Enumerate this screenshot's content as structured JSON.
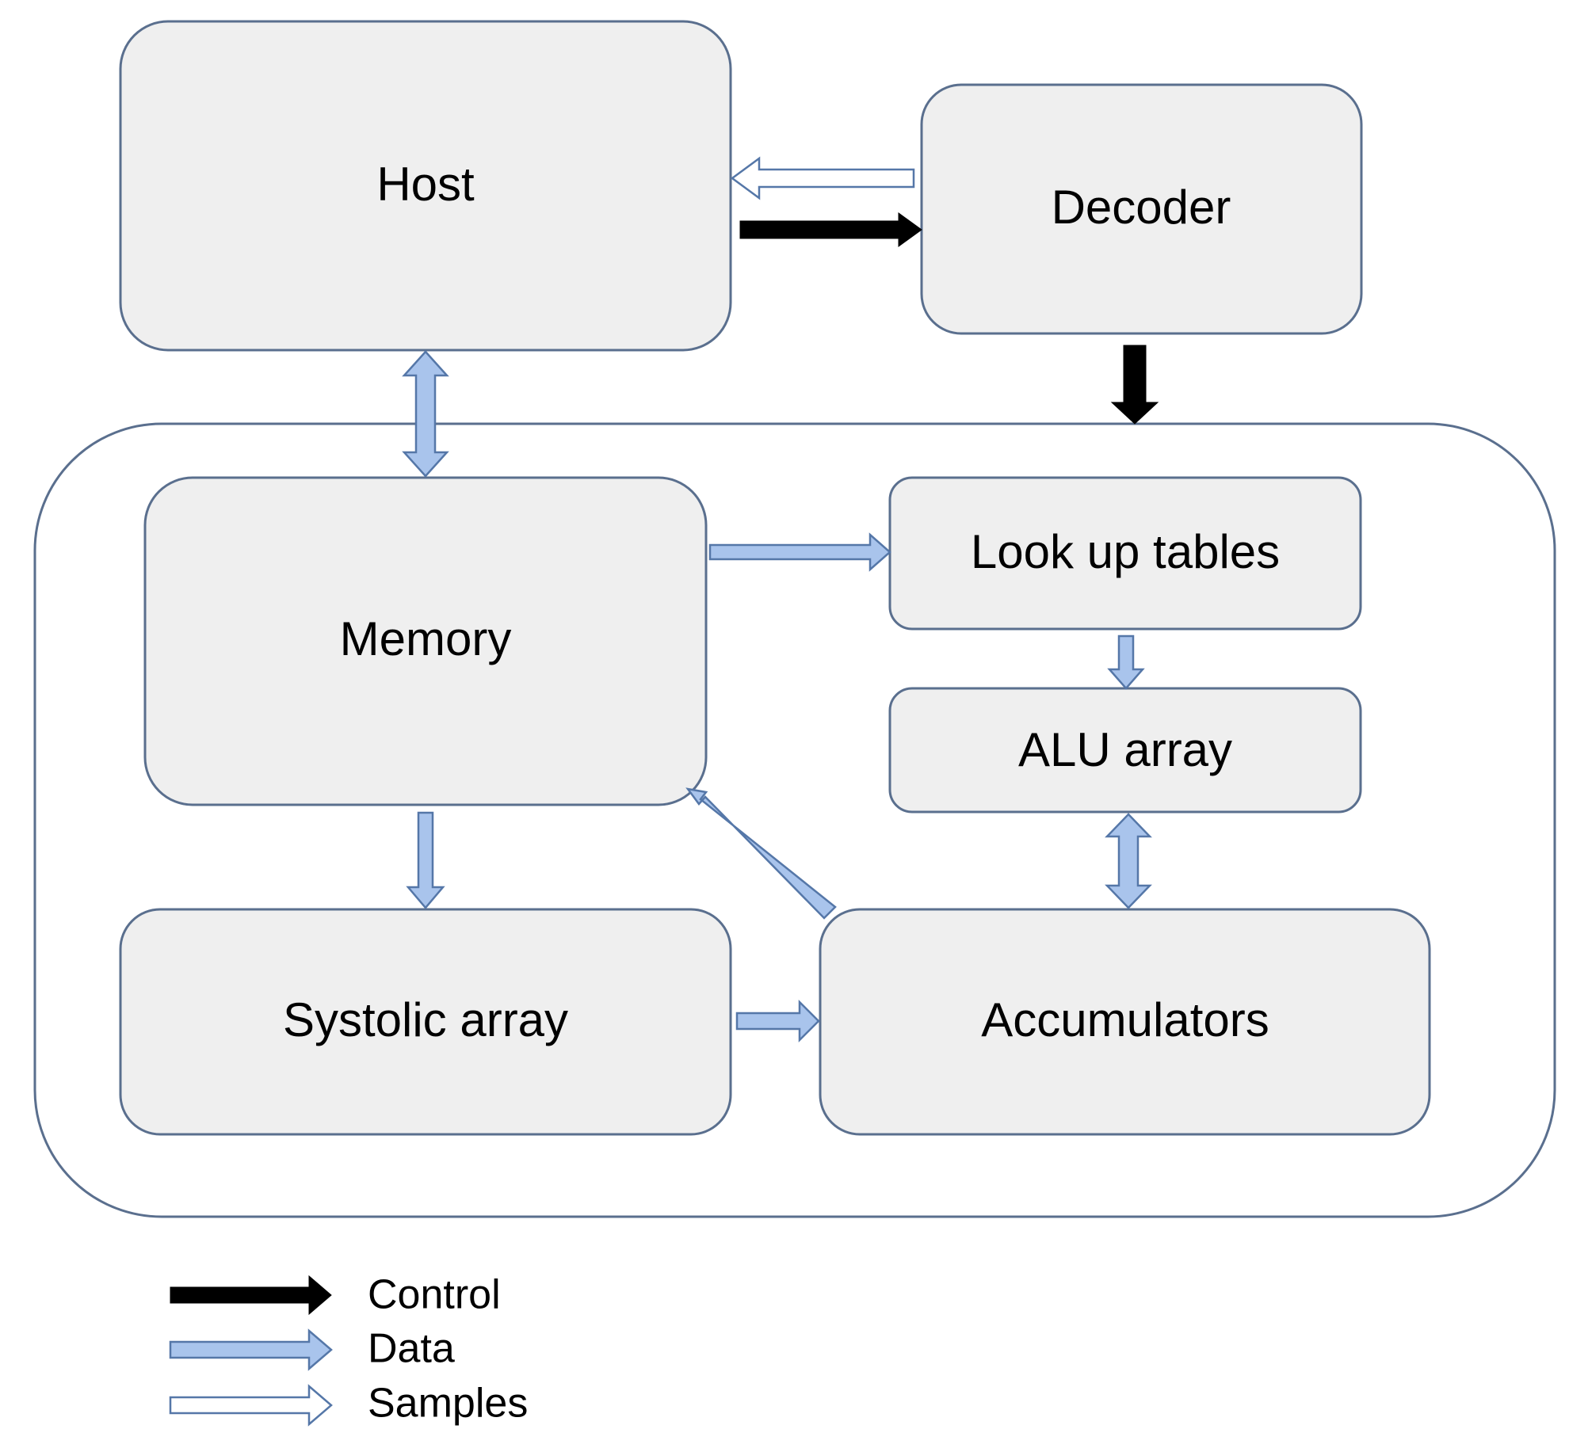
{
  "blocks": {
    "host": "Host",
    "decoder": "Decoder",
    "memory": "Memory",
    "lookup_tables": "Look up tables",
    "alu_array": "ALU array",
    "systolic_array": "Systolic array",
    "accumulators": "Accumulators"
  },
  "legend": {
    "control": "Control",
    "data": "Data",
    "samples": "Samples"
  },
  "colors": {
    "block_fill": "#efefef",
    "block_border": "#5a6f8e",
    "control_arrow": "#000000",
    "data_arrow_fill": "#a9c4ec",
    "data_arrow_border": "#5577a8",
    "samples_arrow_fill": "#ffffff"
  }
}
